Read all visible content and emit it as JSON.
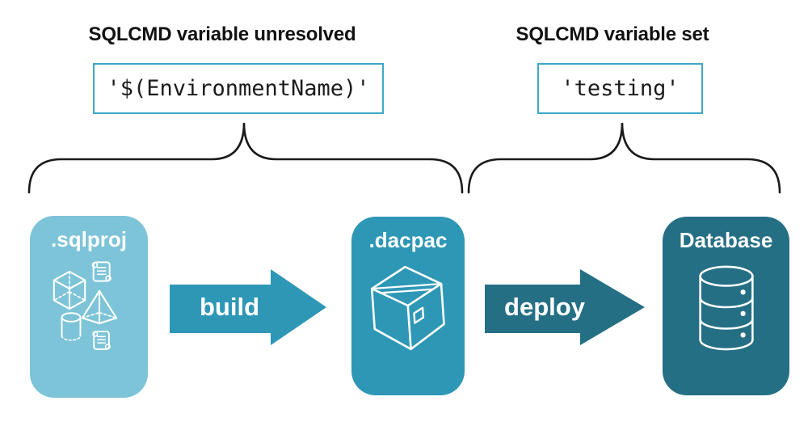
{
  "annotations": {
    "left": {
      "title": "SQLCMD variable unresolved",
      "value": "'$(EnvironmentName)'"
    },
    "right": {
      "title": "SQLCMD variable set",
      "value": "'testing'"
    }
  },
  "pipeline": {
    "sqlproj_label": ".sqlproj",
    "build_label": "build",
    "dacpac_label": ".dacpac",
    "deploy_label": "deploy",
    "database_label": "Database"
  },
  "icons": {
    "sqlproj_node": [
      "scroll-icon",
      "cube-icon",
      "pyramid-icon",
      "cylinder-icon",
      "scroll-icon"
    ],
    "dacpac_node": "package-box-icon",
    "database_node": "database-cylinder-icon"
  },
  "colors": {
    "light_teal": "#7dc4d8",
    "mid_teal": "#2e97b6",
    "dark_teal": "#256f85",
    "code_border": "#3ea8c5",
    "ink": "#121212",
    "white": "#ffffff"
  }
}
